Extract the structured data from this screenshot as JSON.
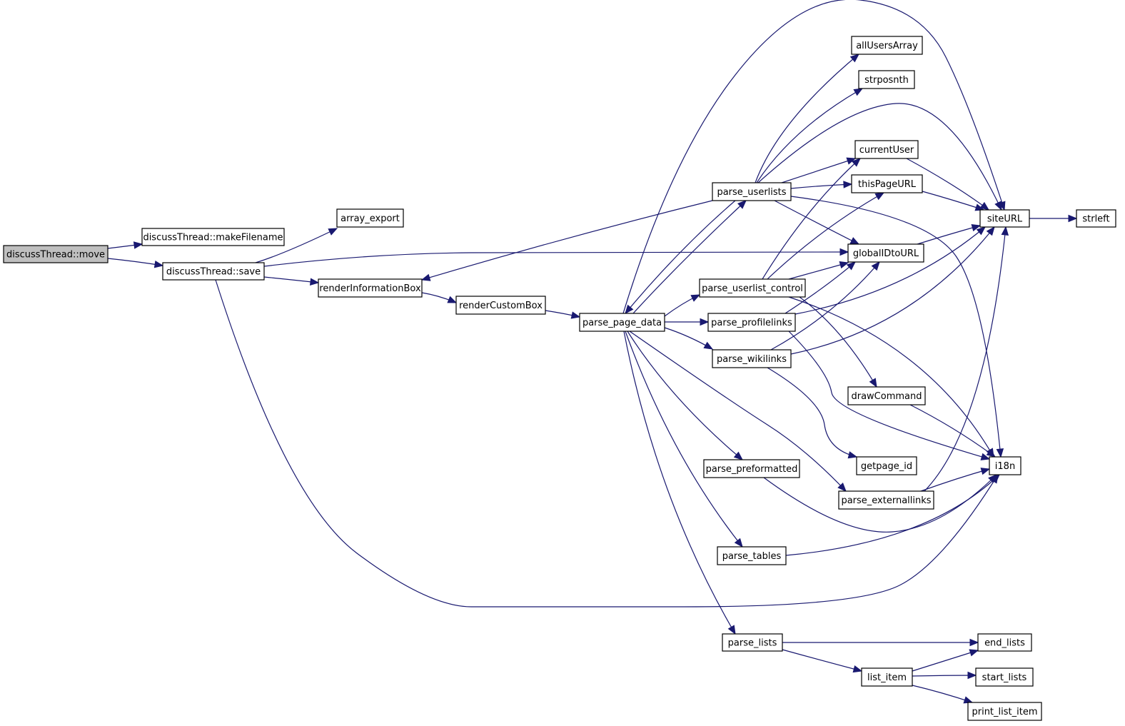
{
  "colors": {
    "edge": "#191970",
    "node_fill": "#ffffff",
    "root_fill": "#bfbfbf",
    "node_border": "#000000"
  },
  "root_node": "move",
  "nodes": [
    {
      "id": "move",
      "label": "discussThread::move"
    },
    {
      "id": "makeFilename",
      "label": "discussThread::makeFilename"
    },
    {
      "id": "save",
      "label": "discussThread::save"
    },
    {
      "id": "array_export",
      "label": "array_export"
    },
    {
      "id": "renderInformationBox",
      "label": "renderInformationBox"
    },
    {
      "id": "renderCustomBox",
      "label": "renderCustomBox"
    },
    {
      "id": "parse_page_data",
      "label": "parse_page_data"
    },
    {
      "id": "parse_userlists",
      "label": "parse_userlists"
    },
    {
      "id": "parse_userlist_control",
      "label": "parse_userlist_control"
    },
    {
      "id": "parse_profilelinks",
      "label": "parse_profilelinks"
    },
    {
      "id": "parse_wikilinks",
      "label": "parse_wikilinks"
    },
    {
      "id": "parse_preformatted",
      "label": "parse_preformatted"
    },
    {
      "id": "parse_tables",
      "label": "parse_tables"
    },
    {
      "id": "parse_lists",
      "label": "parse_lists"
    },
    {
      "id": "allUsersArray",
      "label": "allUsersArray"
    },
    {
      "id": "strposnth",
      "label": "strposnth"
    },
    {
      "id": "currentUser",
      "label": "currentUser"
    },
    {
      "id": "thisPageURL",
      "label": "thisPageURL"
    },
    {
      "id": "globalIDtoURL",
      "label": "globalIDtoURL"
    },
    {
      "id": "drawCommand",
      "label": "drawCommand"
    },
    {
      "id": "getpage_id",
      "label": "getpage_id"
    },
    {
      "id": "parse_externallinks",
      "label": "parse_externallinks"
    },
    {
      "id": "list_item",
      "label": "list_item"
    },
    {
      "id": "siteURL",
      "label": "siteURL"
    },
    {
      "id": "strleft",
      "label": "strleft"
    },
    {
      "id": "i18n",
      "label": "i18n"
    },
    {
      "id": "end_lists",
      "label": "end_lists"
    },
    {
      "id": "start_lists",
      "label": "start_lists"
    },
    {
      "id": "print_list_item",
      "label": "print_list_item"
    }
  ],
  "edges": [
    {
      "from": "move",
      "to": "makeFilename"
    },
    {
      "from": "move",
      "to": "save"
    },
    {
      "from": "save",
      "to": "array_export"
    },
    {
      "from": "save",
      "to": "globalIDtoURL"
    },
    {
      "from": "save",
      "to": "renderInformationBox"
    },
    {
      "from": "save",
      "to": "i18n"
    },
    {
      "from": "renderInformationBox",
      "to": "renderCustomBox"
    },
    {
      "from": "renderCustomBox",
      "to": "parse_page_data"
    },
    {
      "from": "parse_userlists",
      "to": "renderInformationBox"
    },
    {
      "from": "parse_page_data",
      "to": "parse_userlists"
    },
    {
      "from": "parse_userlists",
      "to": "parse_page_data"
    },
    {
      "from": "parse_page_data",
      "to": "siteURL"
    },
    {
      "from": "parse_page_data",
      "to": "parse_userlist_control"
    },
    {
      "from": "parse_page_data",
      "to": "parse_profilelinks"
    },
    {
      "from": "parse_page_data",
      "to": "parse_wikilinks"
    },
    {
      "from": "parse_page_data",
      "to": "parse_preformatted"
    },
    {
      "from": "parse_page_data",
      "to": "parse_externallinks"
    },
    {
      "from": "parse_page_data",
      "to": "parse_tables"
    },
    {
      "from": "parse_page_data",
      "to": "parse_lists"
    },
    {
      "from": "parse_userlists",
      "to": "allUsersArray"
    },
    {
      "from": "parse_userlists",
      "to": "strposnth"
    },
    {
      "from": "parse_userlists",
      "to": "siteURL"
    },
    {
      "from": "parse_userlists",
      "to": "currentUser"
    },
    {
      "from": "parse_userlists",
      "to": "thisPageURL"
    },
    {
      "from": "parse_userlists",
      "to": "globalIDtoURL"
    },
    {
      "from": "parse_userlists",
      "to": "i18n"
    },
    {
      "from": "parse_userlist_control",
      "to": "currentUser"
    },
    {
      "from": "parse_userlist_control",
      "to": "thisPageURL"
    },
    {
      "from": "parse_userlist_control",
      "to": "globalIDtoURL"
    },
    {
      "from": "parse_userlist_control",
      "to": "drawCommand"
    },
    {
      "from": "parse_userlist_control",
      "to": "i18n"
    },
    {
      "from": "parse_profilelinks",
      "to": "globalIDtoURL"
    },
    {
      "from": "parse_profilelinks",
      "to": "siteURL"
    },
    {
      "from": "parse_profilelinks",
      "to": "i18n"
    },
    {
      "from": "parse_wikilinks",
      "to": "globalIDtoURL"
    },
    {
      "from": "parse_wikilinks",
      "to": "siteURL"
    },
    {
      "from": "parse_wikilinks",
      "to": "getpage_id"
    },
    {
      "from": "currentUser",
      "to": "siteURL"
    },
    {
      "from": "thisPageURL",
      "to": "siteURL"
    },
    {
      "from": "globalIDtoURL",
      "to": "siteURL"
    },
    {
      "from": "siteURL",
      "to": "strleft"
    },
    {
      "from": "drawCommand",
      "to": "i18n"
    },
    {
      "from": "parse_externallinks",
      "to": "siteURL"
    },
    {
      "from": "parse_externallinks",
      "to": "i18n"
    },
    {
      "from": "parse_preformatted",
      "to": "i18n"
    },
    {
      "from": "parse_tables",
      "to": "i18n"
    },
    {
      "from": "parse_lists",
      "to": "end_lists"
    },
    {
      "from": "parse_lists",
      "to": "list_item"
    },
    {
      "from": "list_item",
      "to": "end_lists"
    },
    {
      "from": "list_item",
      "to": "start_lists"
    },
    {
      "from": "list_item",
      "to": "print_list_item"
    }
  ]
}
